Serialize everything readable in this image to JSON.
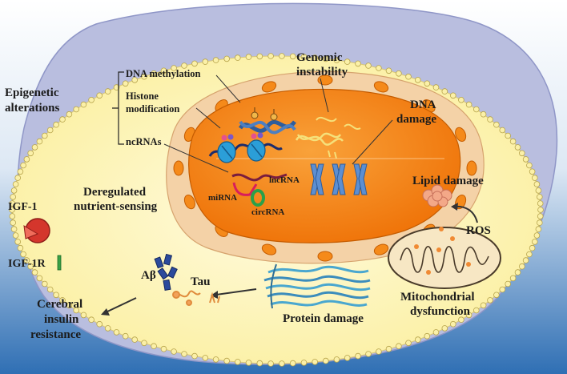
{
  "labels": {
    "epigenetic": [
      "Epigenetic",
      "alterations"
    ],
    "dna_methylation": "DNA methylation",
    "histone": [
      "Histone",
      "modification"
    ],
    "ncrnas": "ncRNAs",
    "genomic": [
      "Genomic",
      "instability"
    ],
    "dna_damage": [
      "DNA",
      "damage"
    ],
    "lncrna": "lncRNA",
    "mirna": "miRNA",
    "circrna": "circRNA",
    "lipid_damage": "Lipid damage",
    "ros": "ROS",
    "mito": [
      "Mitochondrial",
      "dysfunction"
    ],
    "deregulated": [
      "Deregulated",
      "nutrient-sensing"
    ],
    "igf1": "IGF-1",
    "igf1r": "IGF-1R",
    "abeta": "Aβ",
    "tau": "Tau",
    "protein_damage": "Protein damage",
    "cerebral": [
      "Cerebral",
      "insulin",
      "resistance"
    ]
  },
  "colors": {
    "bg_top": "#ffffff",
    "bg_bottom": "#2f6fb4",
    "cell_membrane": "#b9bedf",
    "cytoplasm": "#fdf4b3",
    "nuclear_envelope": "#f4d2a7",
    "nucleus": "#f57e0c",
    "pores": "#f58a1a",
    "dna_blue": "#2e5d9c",
    "mito": "#f7e7c4",
    "igf_red": "#d4362c",
    "igfr_green": "#3aa245"
  }
}
